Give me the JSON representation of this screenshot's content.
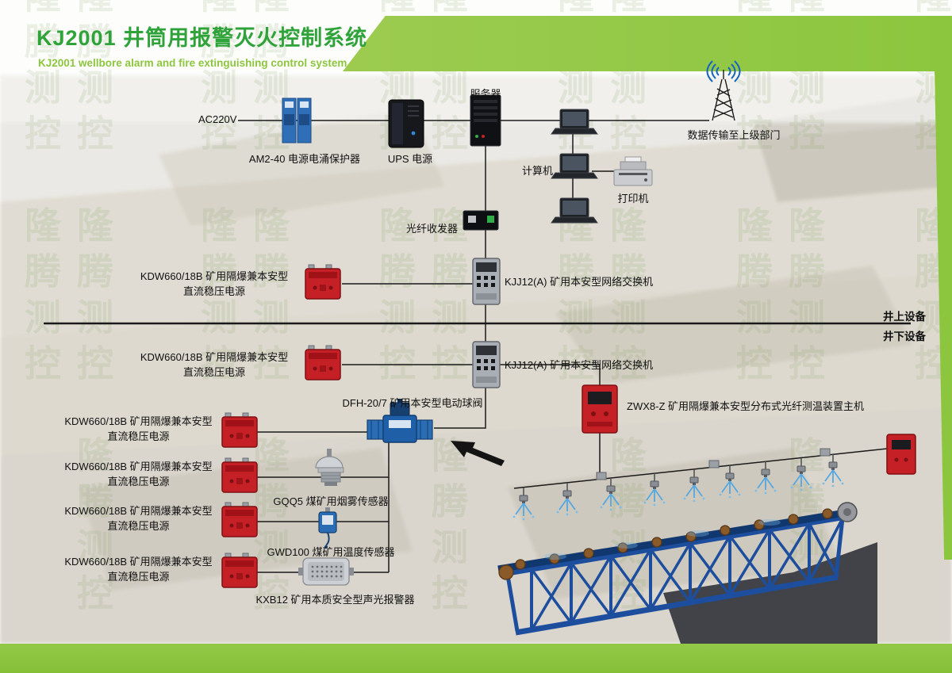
{
  "header": {
    "title": "KJ2001 井筒用报警灭火控制系统",
    "subtitle": "KJ2001 wellbore alarm and fire extinguishing control system"
  },
  "watermark": {
    "column_text": "隆腾测控　隆腾测控　隆腾测控　隆腾测控　隆腾测控"
  },
  "colors": {
    "brand_green": "#8CC63E",
    "title_green": "#2FA33A",
    "device_red": "#C42026",
    "device_blue": "#2A6DB5",
    "truss_blue": "#1D4E9E",
    "spray_blue": "#55A8E0",
    "line_black": "#1A1A1A"
  },
  "diagram": {
    "ac220v": "AC220V",
    "surge_protector": "AM2-40 电源电涌保护器",
    "ups": "UPS 电源",
    "server": "服务器",
    "uplink": "数据传输至上级部门",
    "computer": "计算机",
    "printer": "打印机",
    "fiber_transceiver": "光纤收发器",
    "switch_surface": "KJJ12(A) 矿用本安型网络交换机",
    "switch_underground": "KJJ12(A) 矿用本安型网络交换机",
    "psu_surface": {
      "line1": "KDW660/18B 矿用隔爆兼本安型",
      "line2": "直流稳压电源"
    },
    "psu_underground": {
      "line1": "KDW660/18B 矿用隔爆兼本安型",
      "line2": "直流稳压电源"
    },
    "divider_above": "井上设备",
    "divider_below": "井下设备",
    "valve": "DFH-20/7 矿用本安型电动球阀",
    "fiber_temp_host": "ZWX8-Z 矿用隔爆兼本安型分布式光纤测温装置主机",
    "psu_left": [
      {
        "line1": "KDW660/18B 矿用隔爆兼本安型",
        "line2": "直流稳压电源"
      },
      {
        "line1": "KDW660/18B 矿用隔爆兼本安型",
        "line2": "直流稳压电源"
      },
      {
        "line1": "KDW660/18B 矿用隔爆兼本安型",
        "line2": "直流稳压电源"
      },
      {
        "line1": "KDW660/18B 矿用隔爆兼本安型",
        "line2": "直流稳压电源"
      }
    ],
    "smoke_sensor": "GQQ5 煤矿用烟雾传感器",
    "temp_sensor": "GWD100 煤矿用温度传感器",
    "alarm": "KXB12 矿用本质安全型声光报警器"
  }
}
